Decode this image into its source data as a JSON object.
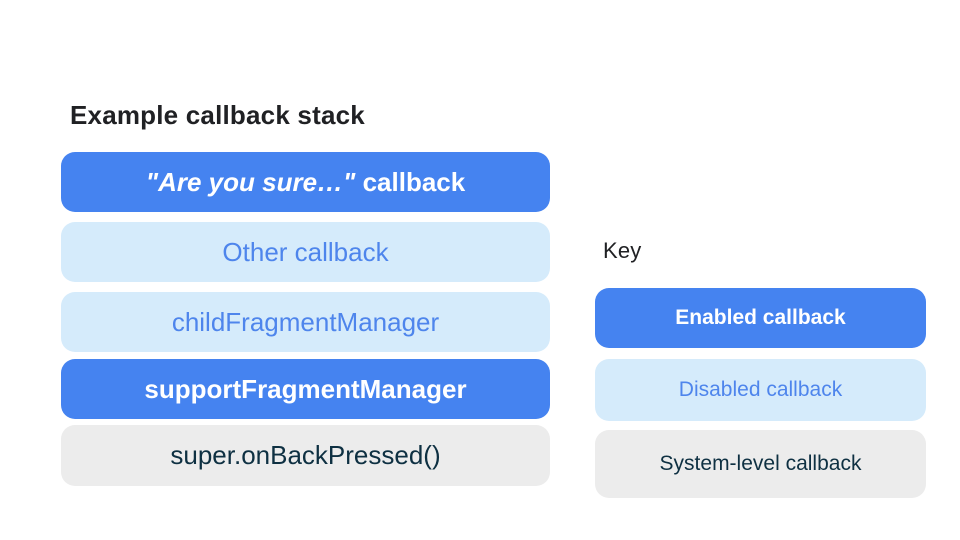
{
  "stack": {
    "title": "Example callback stack",
    "items": [
      {
        "label_italic": "\"Are you sure…\"",
        "label_suffix": " callback",
        "type": "enabled"
      },
      {
        "label": "Other callback",
        "type": "disabled"
      },
      {
        "label": "childFragmentManager",
        "type": "disabled"
      },
      {
        "label": "supportFragmentManager",
        "type": "enabled"
      },
      {
        "label": "super.onBackPressed()",
        "type": "system"
      }
    ]
  },
  "key": {
    "title": "Key",
    "items": [
      {
        "label": "Enabled callback",
        "type": "enabled"
      },
      {
        "label": "Disabled callback",
        "type": "disabled"
      },
      {
        "label": "System-level callback",
        "type": "system"
      }
    ]
  },
  "colors": {
    "enabled_bg": "#4583F0",
    "enabled_text": "#FFFFFF",
    "disabled_bg": "#D5EBFB",
    "disabled_text": "#4E85EC",
    "system_bg": "#ECECEC",
    "system_text": "#0E3042",
    "heading_text": "#202124"
  }
}
